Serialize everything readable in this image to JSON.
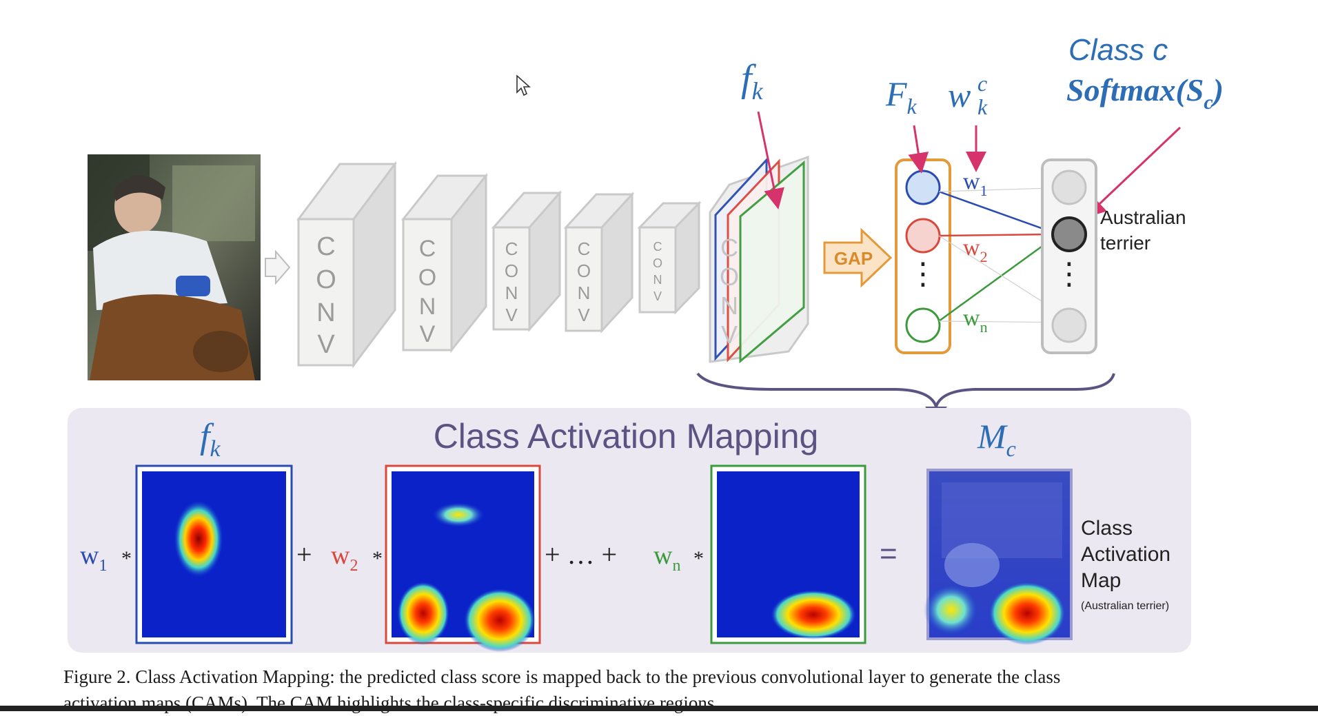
{
  "labels": {
    "fk_top": "f",
    "fk_sub": "k",
    "Fk": "F",
    "Fk_sub": "k",
    "wkc": "w",
    "wkc_sup": "c",
    "wkc_sub": "k",
    "class_c": "Class c",
    "softmax": "Softmax(S",
    "softmax_sub": "c",
    "softmax_close": ")",
    "conv_letters": [
      "C",
      "O",
      "N",
      "V"
    ],
    "gap": "GAP",
    "w1": "w",
    "w1_sub": "1",
    "w2": "w",
    "w2_sub": "2",
    "wn": "w",
    "wn_sub": "n",
    "vdots": "⋮",
    "australian": "Australian",
    "terrier": "terrier"
  },
  "cam": {
    "title": "Class Activation Mapping",
    "fk": "f",
    "fk_sub": "k",
    "mc": "M",
    "mc_sub": "c",
    "w1": "w",
    "w1_sub": "1",
    "times": "*",
    "plus": "+",
    "w2": "w",
    "w2_sub": "2",
    "ellipsis": "+ … +",
    "wn": "w",
    "wn_sub": "n",
    "equals": "=",
    "map_line1": "Class",
    "map_line2": "Activation",
    "map_line3": "Map",
    "map_note": "(Australian terrier)"
  },
  "caption": {
    "line1": "Figure 2. Class Activation Mapping: the predicted class score is mapped back to the previous convolutional layer to generate the class",
    "line2": "activation maps (CAMs). The CAM highlights the class-specific discriminative regions."
  },
  "colors": {
    "blue": "#2a4bb0",
    "red": "#d9483b",
    "green": "#3b9a3b",
    "orange": "#e39a3a",
    "handwriting": "#2d6db5",
    "pink": "#d6336c",
    "panel": "#ebe8f2",
    "purple": "#5b5483"
  }
}
